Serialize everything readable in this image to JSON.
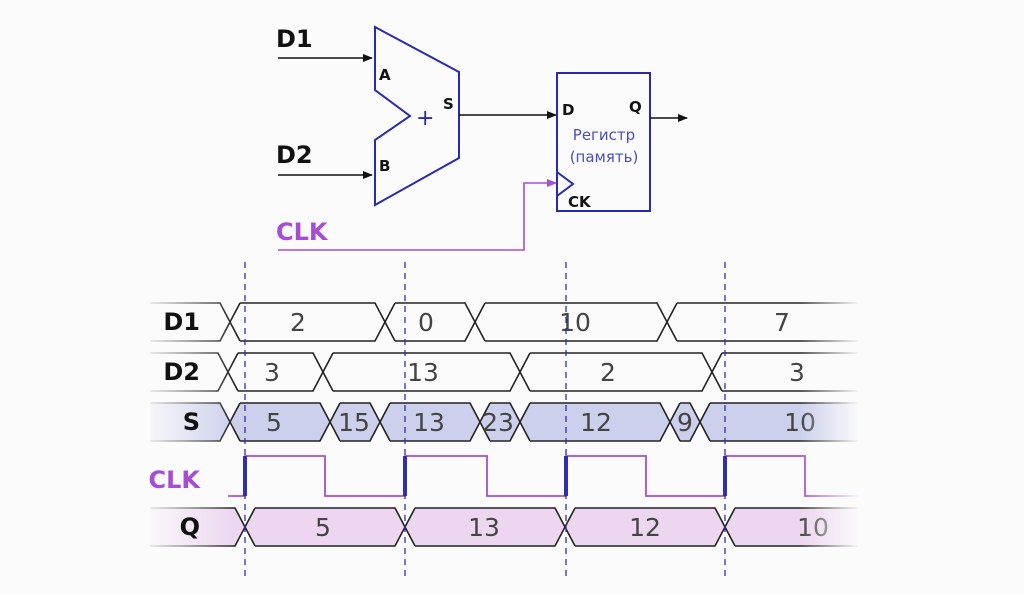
{
  "schematic": {
    "input_d1": "D1",
    "input_d2": "D2",
    "clock": "CLK",
    "adder": {
      "port_a": "A",
      "port_b": "B",
      "port_s": "S",
      "symbol": "+"
    },
    "register": {
      "port_d": "D",
      "port_q": "Q",
      "port_ck": "CK",
      "name_line1": "Регистр",
      "name_line2": "(память)"
    }
  },
  "colors": {
    "schematic_blue": "#2a2ab0",
    "clock_purple": "#a64dd6",
    "sum_fill": "#ccd0ec",
    "q_fill": "#ecd6f0",
    "edge_marker": "#2f2fb0"
  },
  "timing": {
    "signals": [
      {
        "label": "D1",
        "values": [
          "2",
          "0",
          "10",
          "7"
        ],
        "style": "plain"
      },
      {
        "label": "D2",
        "values": [
          "3",
          "13",
          "2",
          "3"
        ],
        "style": "plain"
      },
      {
        "label": "S",
        "values": [
          "5",
          "15",
          "13",
          "23",
          "12",
          "9",
          "10"
        ],
        "style": "sum"
      },
      {
        "label": "CLK",
        "style": "clock"
      },
      {
        "label": "Q",
        "values": [
          "5",
          "13",
          "12",
          "10"
        ],
        "style": "register"
      }
    ]
  }
}
